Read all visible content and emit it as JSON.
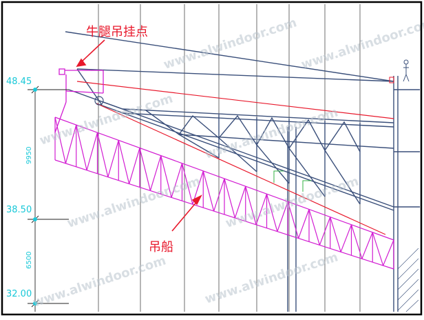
{
  "labels": {
    "cantilever_hanging_point": "牛腿吊挂点",
    "gondola": "吊船"
  },
  "elevations": {
    "upper": "48.45",
    "middle": "38.50",
    "lower": "32.00"
  },
  "dimensions": {
    "upper_segment": "9950",
    "lower_segment": "6500"
  },
  "watermark": "www.alwindoor.com",
  "colors": {
    "structure": "#3a4f7a",
    "gondola_truss": "#d21cd2",
    "annotation": "#e8192c",
    "dimension": "#19c8d8",
    "frame": "#000000"
  }
}
